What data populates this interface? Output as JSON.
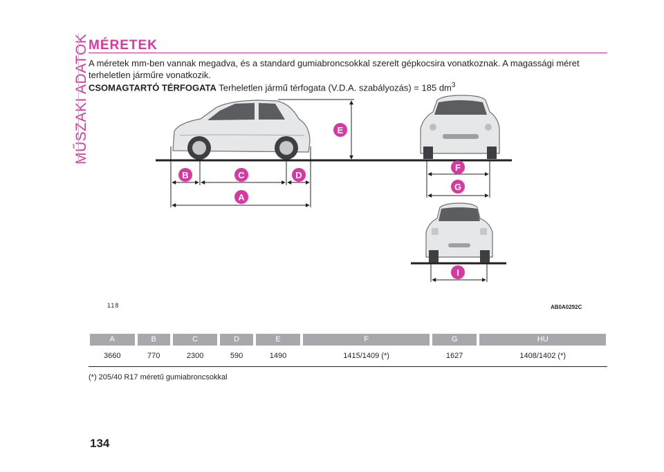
{
  "section": {
    "side_title": "MŰSZAKI ADATOK",
    "title": "MÉRETEK"
  },
  "intro": {
    "text": "A méretek mm-ben vannak megadva, és a standard gumiabroncsokkal szerelt gépkocsira vonatkoznak. A magassági méret terheletlen járműre vonatkozik."
  },
  "trunk": {
    "label": "CSOMAGTARTÓ TÉRFOGATA",
    "text": "Terheletlen jármű térfogata (V.D.A. szabályozás) = 185 dm",
    "unit_sup": "3"
  },
  "figure": {
    "number": "118",
    "code": "AB0A0292C",
    "callouts": {
      "a": "A",
      "b": "B",
      "c": "C",
      "d": "D",
      "e": "E",
      "f": "F",
      "g": "G",
      "i": "I"
    },
    "accent_color": "#d63aa0"
  },
  "table": {
    "headers": [
      "A",
      "B",
      "C",
      "D",
      "E",
      "F",
      "G",
      "HU"
    ],
    "values": [
      "3660",
      "770",
      "2300",
      "590",
      "1490",
      "1415/1409 (*)",
      "1627",
      "1408/1402 (*)"
    ]
  },
  "footnote": "(*) 205/40 R17 méretű gumiabroncsokkal",
  "page_number": "134"
}
